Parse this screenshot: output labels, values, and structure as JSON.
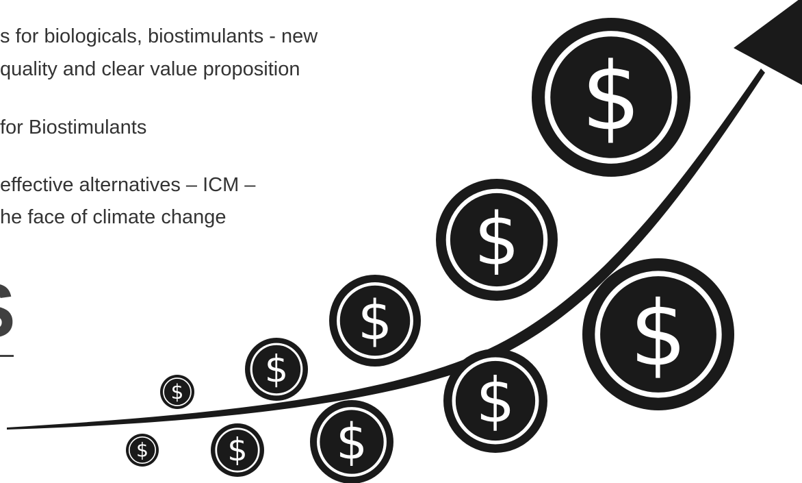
{
  "bullets": [
    "s for biologicals, biostimulants - new",
    "quality and clear value proposition",
    "for Biostimulants",
    "effective alternatives – ICM –",
    "he face of climate change"
  ],
  "heading_fragment": "S",
  "coin_symbol": "$",
  "icons": {
    "arrow": "growth-arrow-icon",
    "coin": "dollar-coin-icon"
  },
  "colors": {
    "text": "#333333",
    "heading": "#404040",
    "graphic": "#1a1a1a",
    "background": "#ffffff"
  }
}
